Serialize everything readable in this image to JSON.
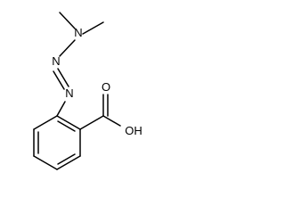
{
  "molecule": {
    "atoms": {
      "amine_n": "N",
      "azo_n1": "N",
      "azo_n2": "N",
      "carbonyl_o": "O",
      "hydroxyl": "OH"
    }
  },
  "colors": {
    "bond": "#000000",
    "background": "#ffffff"
  }
}
